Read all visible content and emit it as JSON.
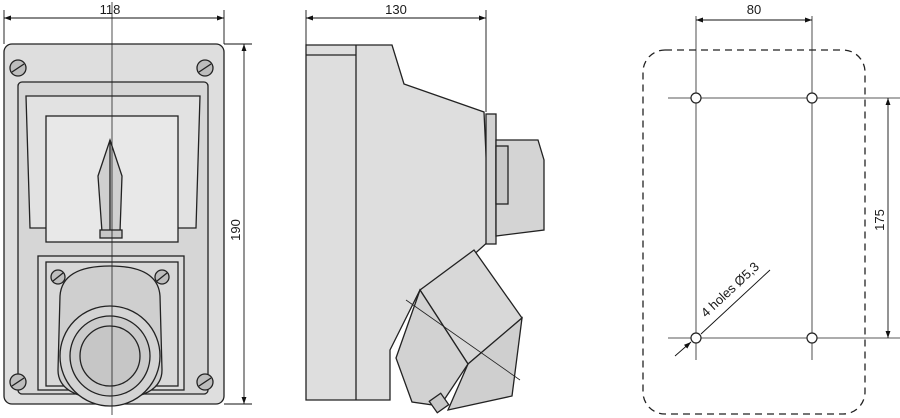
{
  "dimensions": {
    "front_width": "118",
    "front_height": "190",
    "side_depth": "130",
    "mount_spacing_horizontal": "80",
    "mount_spacing_vertical": "175",
    "mount_holes_note": "4 holes Ø5,3"
  },
  "colors": {
    "body_fill": "#dedede",
    "outline": "#222222",
    "dashed_outline": "#222222"
  }
}
